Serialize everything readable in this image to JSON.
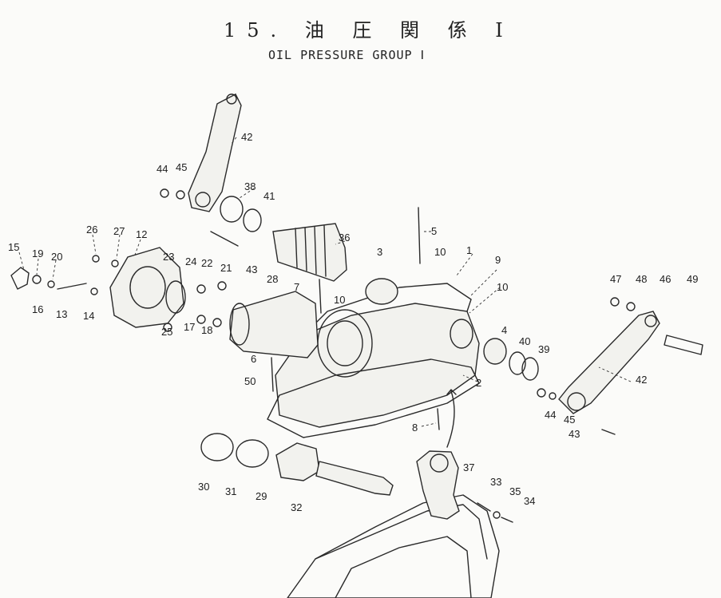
{
  "header": {
    "title_jp": "15. 油 圧 関 係 Ⅰ",
    "title_en": "OIL PRESSURE GROUP Ⅰ"
  },
  "callouts": [
    "15",
    "19",
    "20",
    "16",
    "13",
    "14",
    "26",
    "27",
    "12",
    "23",
    "24",
    "22",
    "21",
    "25",
    "17",
    "18",
    "44",
    "45",
    "42",
    "38",
    "41",
    "43",
    "36",
    "3",
    "5",
    "10",
    "1",
    "9",
    "10",
    "7",
    "28",
    "10",
    "6",
    "50",
    "4",
    "40",
    "39",
    "2",
    "47",
    "48",
    "46",
    "49",
    "42",
    "44",
    "45",
    "43",
    "8",
    "37",
    "30",
    "31",
    "29",
    "32",
    "33",
    "35",
    "34"
  ]
}
